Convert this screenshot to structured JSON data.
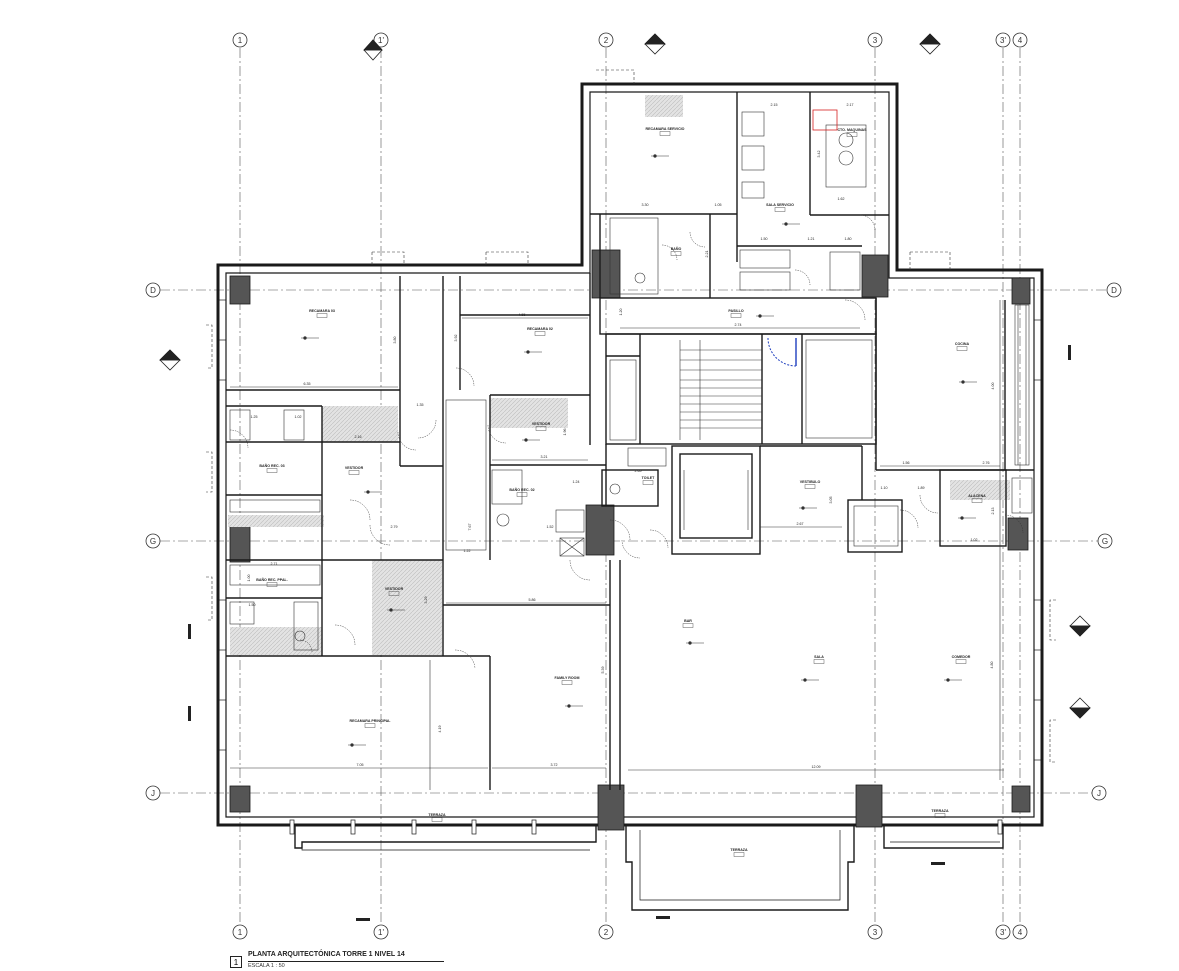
{
  "grid": {
    "vertical": [
      {
        "label": "1"
      },
      {
        "label": "1'"
      },
      {
        "label": "2"
      },
      {
        "label": "3"
      },
      {
        "label": "3'"
      },
      {
        "label": "4"
      }
    ],
    "horizontal": [
      {
        "label": "D"
      },
      {
        "label": "G"
      },
      {
        "label": "J"
      }
    ]
  },
  "rooms": [
    {
      "name": "RECAMARA SERVICIO"
    },
    {
      "name": "SALA SERVICIO"
    },
    {
      "name": "CTO. MAQUINAS"
    },
    {
      "name": "BAÑO"
    },
    {
      "name": "PASILLO"
    },
    {
      "name": "RECAMARA 03"
    },
    {
      "name": "RECAMARA 02"
    },
    {
      "name": "COCINA"
    },
    {
      "name": "VESTIDOR"
    },
    {
      "name": "BAÑO REC. 03"
    },
    {
      "name": "VESTIDOR"
    },
    {
      "name": "BAÑO REC. 02"
    },
    {
      "name": "VESTIBULO"
    },
    {
      "name": "ALACENA"
    },
    {
      "name": "BAÑO REC. PPAL."
    },
    {
      "name": "VESTIDOR"
    },
    {
      "name": "BAR"
    },
    {
      "name": "SALA"
    },
    {
      "name": "COMEDOR"
    },
    {
      "name": "FAMILY ROOM"
    },
    {
      "name": "RECAMARA PRINCIPAL"
    },
    {
      "name": "TERRAZA"
    },
    {
      "name": "TERRAZA"
    },
    {
      "name": "TERRAZA"
    },
    {
      "name": "TOILET"
    }
  ],
  "dimensions": [
    "2.15",
    "2.17",
    "3.42",
    "1.62",
    "3.30",
    "1.05",
    "1.50",
    "1.21",
    "1.80",
    "2.21",
    "1.20",
    "2.74",
    "4.55",
    "3.92",
    "3.80",
    "6.35",
    "1.35",
    "1.25",
    "1.02",
    "2.16",
    "2.79",
    "3.21",
    "1.96",
    "2.65",
    "1.24",
    "1.52",
    "3.05",
    "2.67",
    "1.56",
    "2.76",
    "1.10",
    "1.89",
    "2.13",
    "1.02",
    "4.00",
    "7.67",
    "1.22",
    "2.71",
    "3.29",
    "1.50",
    "5.86",
    "3.72",
    "12.09",
    "7.05",
    "4.19",
    "5.39",
    "4.80",
    "1.00"
  ],
  "title": {
    "number": "1",
    "text": "PLANTA ARQUITECTÓNICA TORRE 1 NIVEL 14",
    "scale": "ESCALA  1 : 50"
  },
  "colors": {
    "line": "#1a1a1a",
    "wall_fill": "#3a3a3a",
    "column_fill": "#555555",
    "hatch": "#cfcfcf",
    "highlight_red": "#d62020",
    "highlight_blue": "#1f3fbf"
  }
}
